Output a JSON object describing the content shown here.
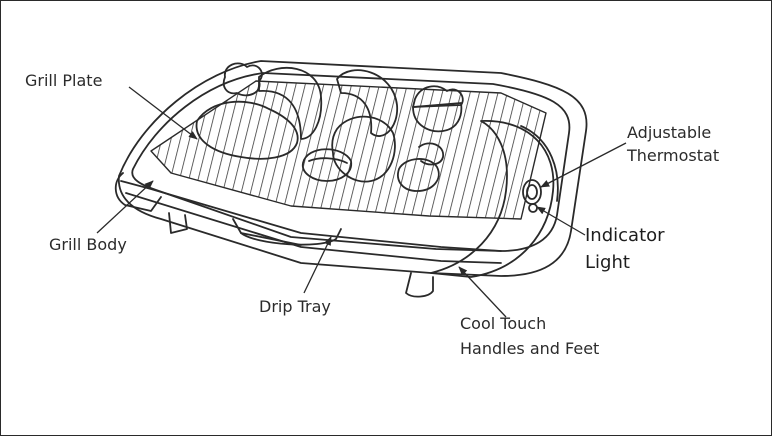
{
  "diagram": {
    "labels": {
      "grill_plate": "Grill Plate",
      "grill_body": "Grill Body",
      "drip_tray": "Drip Tray",
      "cool_touch_line1": "Cool Touch",
      "cool_touch_line2": "Handles and Feet",
      "thermostat_line1": "Adjustable",
      "thermostat_line2": "Thermostat",
      "indicator_line1": "Indicator",
      "indicator_line2": "Light"
    },
    "colors": {
      "line": "#2a2a2a",
      "text": "#2b2b2b",
      "background": "#ffffff"
    }
  }
}
